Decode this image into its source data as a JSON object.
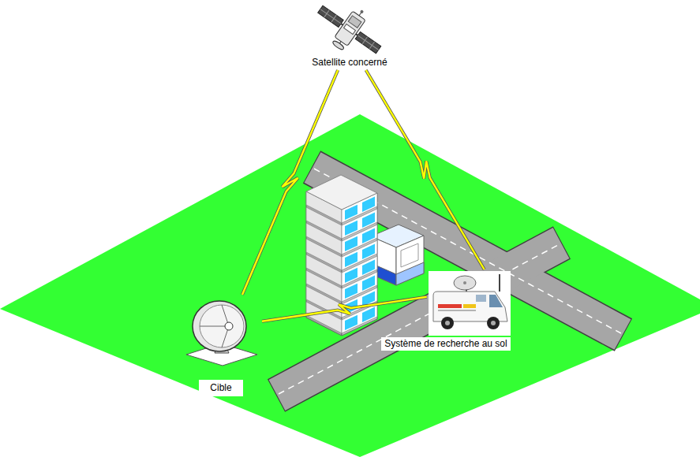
{
  "diagram": {
    "nodes": [
      {
        "text": [
          "Satellite concerné"
        ]
      },
      {
        "text": [
          "Système de recherche au sol"
        ]
      },
      {
        "text": [
          "Cible"
        ]
      }
    ],
    "edges": [
      {
        "from": 0,
        "to": 2,
        "arrow": "none"
      },
      {
        "from": 0,
        "to": 1,
        "arrow": "none"
      },
      {
        "from": 1,
        "to": 2,
        "arrow": "none"
      }
    ]
  }
}
